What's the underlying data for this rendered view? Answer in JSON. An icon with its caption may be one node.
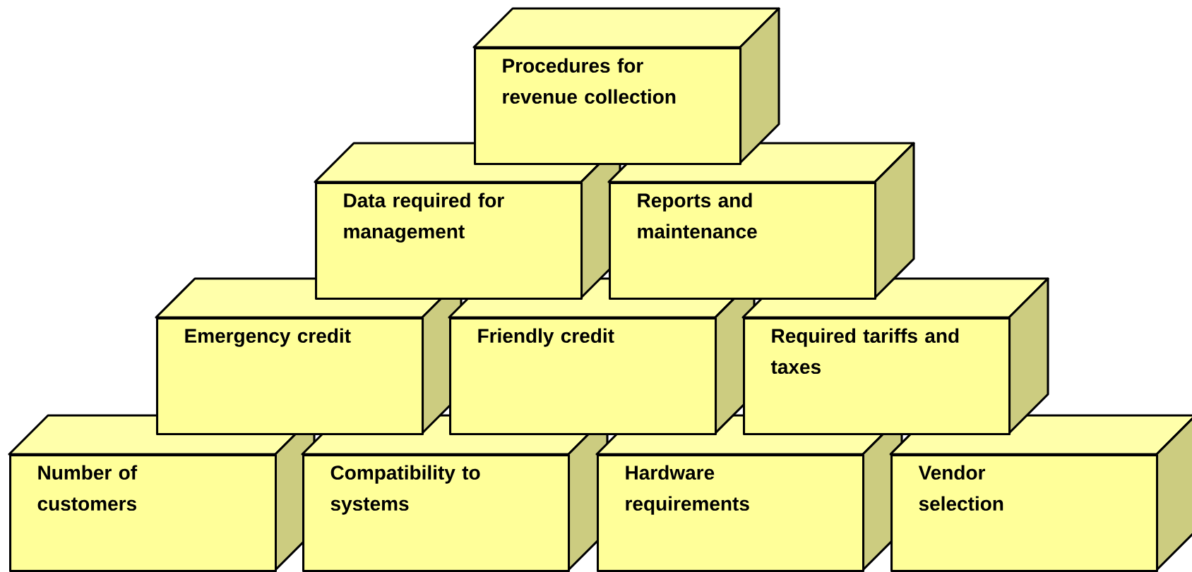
{
  "diagram": {
    "nodes": [
      {
        "text": [
          "Procedures for revenue collection"
        ]
      },
      {
        "text": [
          "Data required for management"
        ]
      },
      {
        "text": [
          "Reports and maintenance"
        ]
      },
      {
        "text": [
          "Emergency credit"
        ]
      },
      {
        "text": [
          "Friendly credit"
        ]
      },
      {
        "text": [
          "Required tariffs and taxes"
        ]
      },
      {
        "text": [
          "Number of customers"
        ]
      },
      {
        "text": [
          "Compatibility to systems"
        ]
      },
      {
        "text": [
          "Hardware requirements"
        ]
      },
      {
        "text": [
          "Vendor selection"
        ]
      }
    ]
  }
}
